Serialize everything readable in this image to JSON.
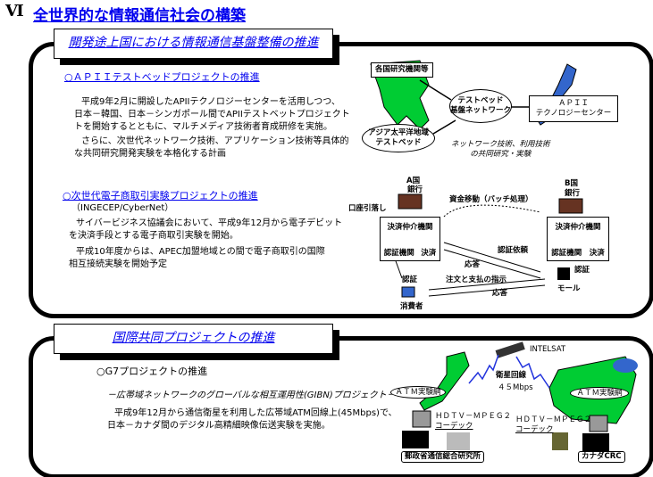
{
  "header": {
    "section_number": "Ⅵ",
    "title": "全世界的な情報通信社会の構築"
  },
  "panel1": {
    "label": "開発途上国における情報通信基盤整備の推進",
    "apii": {
      "heading": "○ＡＰＩＩテストベッドプロジェクトの推進",
      "para1": [
        "平成9年2月に開設したAPIIテクノロジーセンターを活用しつつ、",
        "日本－韓国、日本－シンガポール間でAPIIテストベットプロジェクト",
        "トを開始するとともに、マルチメディア技術者育成研修を実施。"
      ],
      "para2": [
        "さらに、次世代ネットワーク技術、アプリケーション技術等具体的",
        "な共同研究開発実験を本格化する計画"
      ],
      "diagram": {
        "research_orgs": "各国研究機関等",
        "network": [
          "テストベッド",
          "基盤ネットワーク"
        ],
        "center": [
          "ＡＰＩＩ",
          "テクノロジーセンター"
        ],
        "asia": [
          "アジア太平洋地域",
          "テストベッド"
        ],
        "caption": [
          "ネットワーク技術、利用技術",
          "の共同研究・実験"
        ]
      }
    },
    "ecommerce": {
      "heading": "○次世代電子商取引実験プロジェクトの推進",
      "subtitle": "（INGECEP/CyberNet）",
      "para1": [
        "サイバービジネス協議会において、平成9年12月から電子デビット",
        "を決済手段とする電子商取引実験を開始。"
      ],
      "para2": [
        "平成10年度からは、APEC加盟地域との間で電子商取引の国際",
        "相互接続実験を開始予定"
      ],
      "diagram": {
        "country_a": "A国",
        "bank_a": "銀行",
        "debit": "口座引落し",
        "transfer": "資金移動（バッチ処理）",
        "country_b": "B国",
        "bank_b": "銀行",
        "settlement": "決済仲介機関",
        "auth_org": "認証機関",
        "settle": "決済",
        "auth_org_b": "認証機関",
        "settle_b": "決済",
        "settlement_b": "決済仲介機関",
        "auth_request": "認証依頼",
        "response1": "応答",
        "auth": "認証",
        "order": "注文と支払の指示",
        "mall_auth": "認証",
        "mall": "モール",
        "response2": "応答",
        "consumer": "消費者"
      }
    }
  },
  "panel2": {
    "label": "国際共同プロジェクトの推進",
    "g7": {
      "heading": "○G7プロジェクトの推進",
      "subtitle": "－広帯域ネットワークのグローバルな相互運用性(GIBN)プロジェクト－",
      "para": [
        "平成9年12月から通信衛星を利用した広帯域ATM回線上(45Mbps)で、",
        "日本－カナダ間のデジタル高精細映像伝送実験を実施。"
      ],
      "diagram": {
        "satellite": "INTELSAT",
        "link": "衛星回線",
        "speed": "４５Mbps",
        "atm_jp": "ＡＴＭ実験網",
        "atm_ca": "ＡＴＭ実験網",
        "codec_jp": [
          "ＨＤＴＶ－ＭＰＥＧ２",
          "コーデック"
        ],
        "codec_ca": [
          "ＨＤＴＶ－ＭＰＥＧ２",
          "コーデック"
        ],
        "lab_jp": "郵政省通信総合研究所",
        "lab_ca": "カナダCRC"
      }
    }
  },
  "colors": {
    "link": "#0000ee",
    "map_green": "#00cc33",
    "japan_blue": "#3366cc"
  }
}
